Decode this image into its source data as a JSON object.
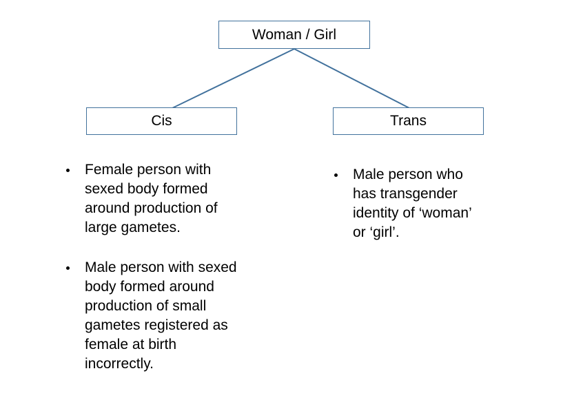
{
  "tree": {
    "root_label": "Woman / Girl",
    "cis": {
      "label": "Cis",
      "bullets": [
        "Female person with\nsexed body formed\naround production of\nlarge gametes.",
        "Male person with sexed\nbody formed around\nproduction of small\ngametes registered as\nfemale at birth\nincorrectly."
      ]
    },
    "trans": {
      "label": "Trans",
      "bullets": [
        "Male person who\nhas transgender\nidentity of ‘woman’\nor ‘girl’."
      ]
    }
  },
  "colors": {
    "line": "#41719C",
    "border": "#41719C",
    "text": "#000000",
    "background": "#FFFFFF"
  }
}
